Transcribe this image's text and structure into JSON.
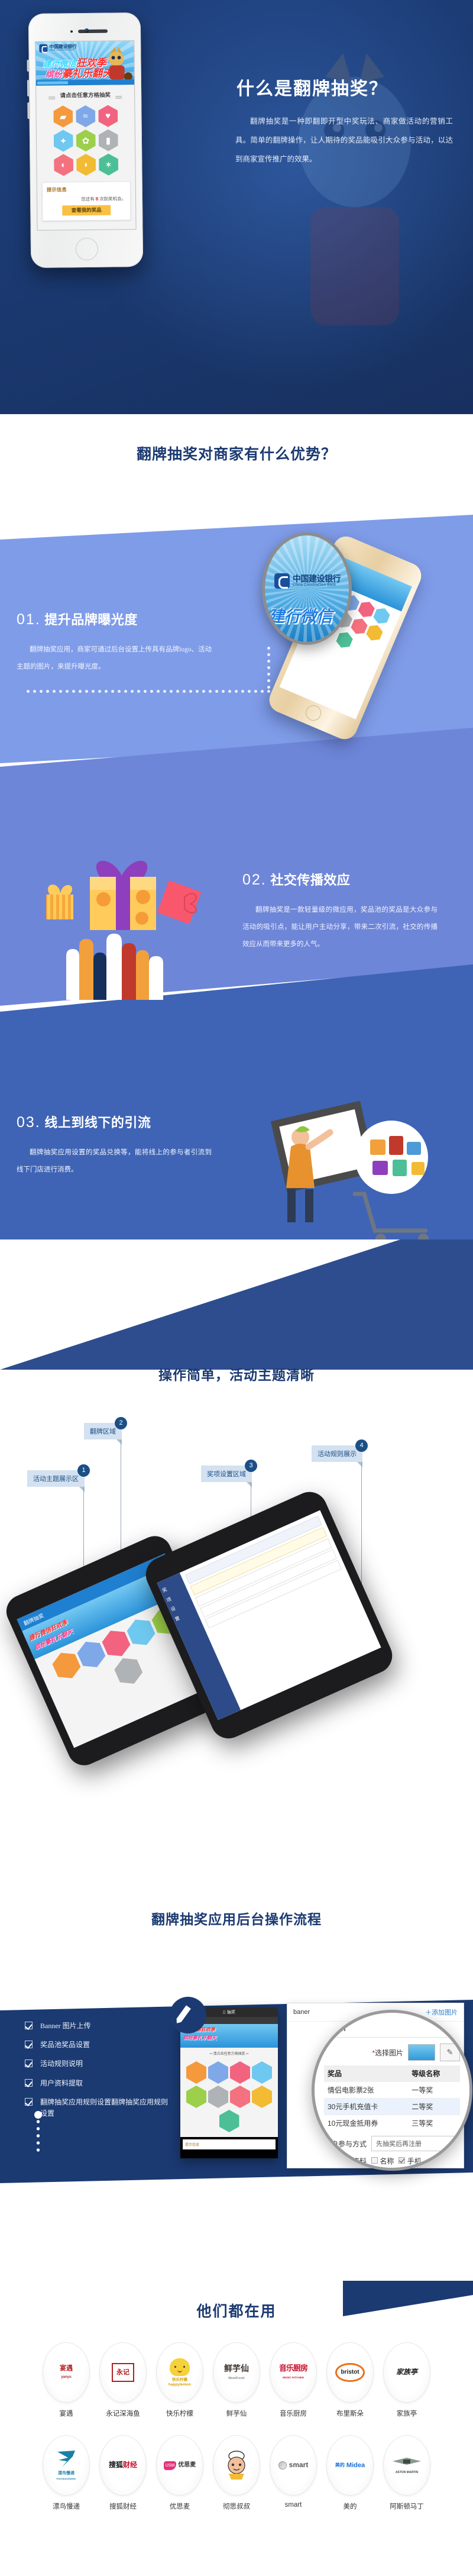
{
  "intro": {
    "title": "什么是翻牌抽奖？",
    "body": "翻牌抽奖是一种即翻即开型中奖玩法、商家做活动的营销工具。简单的翻牌操作，让人期待的奖品能吸引大众参与活动，以达到商家宣传推广的效果。"
  },
  "phone": {
    "bank_name": "中国建设银行",
    "bank_name_en": "China Construction Bank",
    "banner_line1_a": "建行微信",
    "banner_line1_b": "狂欢季",
    "banner_line2_a": "缤纷",
    "banner_line2_b": "豪礼乐翻天",
    "hint": "请点击任意方格抽奖",
    "tip_title": "提示信息",
    "tip_text_before": "您还有",
    "tip_count": "0",
    "tip_text_after": "次刮奖机会。",
    "tip_button": "查看我的奖品",
    "hex_icons": [
      "pizza-icon",
      "fish-icon",
      "ice-cream-icon",
      "bird-icon",
      "leaf-icon",
      "bottle-icon",
      "egg-icon",
      "water-drop-icon",
      "wheat-icon"
    ],
    "hex_colors": [
      "#f5993d",
      "#7fa8e8",
      "#f2637f",
      "#6fc8ef",
      "#9ccf4a",
      "#b0b3b6",
      "#f4717f",
      "#f2bb33",
      "#4cbf96"
    ]
  },
  "advantages": {
    "heading": "翻牌抽奖对商家有什么优势？",
    "items": [
      {
        "num": "01.",
        "title": "提升品牌曝光度",
        "body": "翻牌抽奖应用，商家可通过后台设置上传具有品牌logo、活动主题的图片，来提升曝光度。"
      },
      {
        "num": "02.",
        "title": "社交传播效应",
        "body": "翻牌抽奖是一款轻量级的微应用，奖品池的奖品是大众参与活动的吸引点，能让用户主动分享，带来二次引流，社交的传播效应从而带来更多的人气。"
      },
      {
        "num": "03.",
        "title": "线上到线下的引流",
        "body": "翻牌抽奖应用设置的奖品兑换等，能将线上的参与者引流到线下门店进行消费。"
      }
    ],
    "magnifier": {
      "bank_name": "中国建设银行",
      "bank_name_en": "China Construction Bank",
      "big_text": "建行微信"
    }
  },
  "operation": {
    "heading": "操作简单，活动主题清晰",
    "callouts": [
      {
        "num": "1",
        "label": "活动主题展示区"
      },
      {
        "num": "2",
        "label": "翻牌区域"
      },
      {
        "num": "3",
        "label": "奖项设置区域"
      },
      {
        "num": "4",
        "label": "活动规则展示"
      }
    ],
    "phone_left": {
      "tab": "翻牌抽奖",
      "banner_line1": "建行微信狂欢季",
      "banner_line2": "缤纷豪礼乐翻天"
    }
  },
  "backend": {
    "heading": "翻牌抽奖应用后台操作流程",
    "checklist": [
      "Banner 图片上传",
      "奖品池奖品设置",
      "活动规则说明",
      "用户资料提取",
      "翻牌抽奖应用规则设置翻牌抽奖应用规则设置"
    ],
    "panel": {
      "phone_tab": "抽奖",
      "card_title": "baner",
      "add_image": "添加图片",
      "select_image_label": "选择图片",
      "required_mark": "*",
      "table_headers": [
        "奖品",
        "等级名称"
      ],
      "table_rows": [
        [
          "情侣电影票2张",
          "一等奖"
        ],
        [
          "30元手机充值卡",
          "二等奖"
        ],
        [
          "10元现金抵用券",
          "三等奖"
        ]
      ],
      "join_label": "用户参与方式",
      "join_value": "先抽奖后再注册",
      "fill_label": "用户填写资料",
      "fill_options": [
        {
          "label": "名称",
          "checked": false
        },
        {
          "label": "手机",
          "checked": true
        }
      ]
    }
  },
  "brands": {
    "heading": "他们都在用",
    "row1": [
      {
        "name": "宴遇",
        "logo_text": "宴遇",
        "logo_sub": "yanyu",
        "color": "#b01f24"
      },
      {
        "name": "永记深海鱼",
        "logo_text": "永记",
        "logo_sub": "",
        "color": "#b01f24"
      },
      {
        "name": "快乐柠檬",
        "logo_text": "快乐柠檬",
        "logo_sub": "happylemon",
        "color": "#d8a100"
      },
      {
        "name": "鲜芋仙",
        "logo_text": "鲜芋仙",
        "logo_sub": "MeetFresh",
        "color": "#3b2f2a"
      },
      {
        "name": "音乐厨房",
        "logo_text": "音乐厨房",
        "logo_sub": "MUSIC KITCHEN",
        "color": "#c8102e"
      },
      {
        "name": "布里斯朵",
        "logo_text": "bristot",
        "logo_sub": "",
        "color": "#e8721c"
      },
      {
        "name": "家族亭",
        "logo_text": "家族亭",
        "logo_sub": "",
        "color": "#222222"
      }
    ],
    "row2": [
      {
        "name": "漂鸟慢递",
        "logo_text": "漂鸟慢递",
        "logo_sub": "PIAONIAOMANDI",
        "color": "#1b7fa8"
      },
      {
        "name": "搜狐财经",
        "logo_text": "搜狐财经",
        "logo_sub": "",
        "color": "#c8102e"
      },
      {
        "name": "优思麦",
        "logo_text": "优思麦",
        "logo_sub": "USM",
        "color": "#e2357c"
      },
      {
        "name": "彻思叔叔",
        "logo_text": "彻思叔叔",
        "logo_sub": "",
        "color": "#d8a100"
      },
      {
        "name": "smart",
        "logo_text": "smart",
        "logo_sub": "",
        "color": "#555555"
      },
      {
        "name": "美的",
        "logo_text": "Midea",
        "logo_sub": "美的",
        "color": "#1a6fd4"
      },
      {
        "name": "阿斯顿马丁",
        "logo_text": "ASTON MARTIN",
        "logo_sub": "",
        "color": "#3a4b44"
      }
    ]
  },
  "colors": {
    "navy": "#1b3a72",
    "periwinkle": "#7f9ce8",
    "indigo": "#6e86d8",
    "royal": "#3f64b5",
    "accent_yellow": "#f9c043"
  }
}
